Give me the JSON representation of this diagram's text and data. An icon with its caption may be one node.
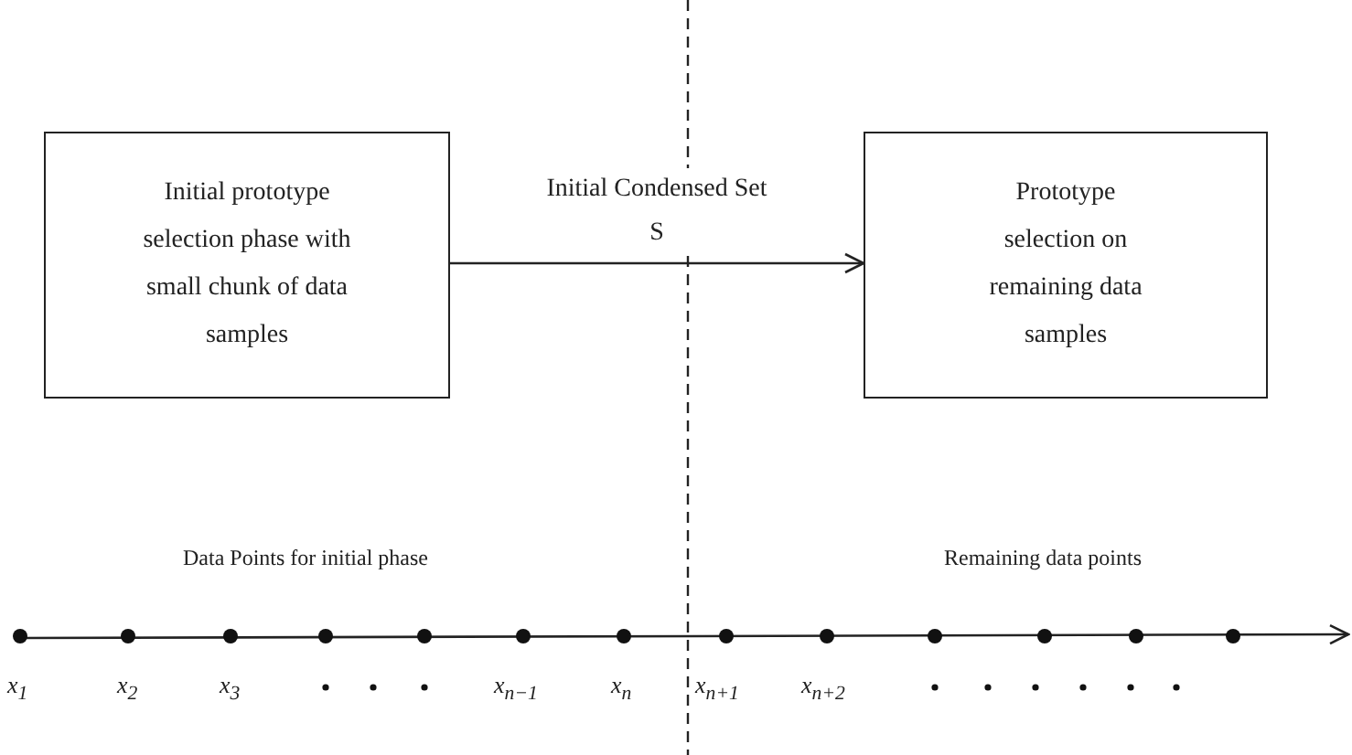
{
  "diagram": {
    "nodes": [
      {
        "text": [
          "Initial prototype selection phase with small chunk of data samples"
        ]
      },
      {
        "text": [
          "Prototype selection on remaining data samples"
        ]
      }
    ],
    "edges": [
      {
        "from": 0,
        "to": 1,
        "arrow": "to",
        "label": "Initial Condensed Set S"
      }
    ],
    "labels": [
      "Data Points for initial phase",
      "Remaining data points",
      "x$_{1}$",
      "x$_{2}$",
      "x$_{3}$",
      "x$_{n−1}$",
      "x$_{n}$",
      "x$_{n+1}$",
      "x$_{n+2}$"
    ]
  }
}
